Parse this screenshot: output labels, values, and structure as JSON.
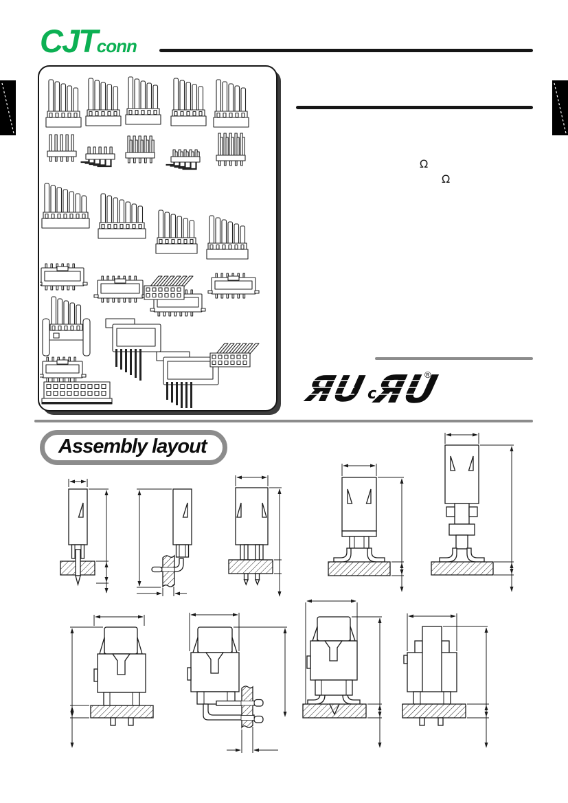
{
  "brand": {
    "logo_main": "CJT",
    "logo_sub": "conn"
  },
  "right_panel": {
    "omega_top": "Ω",
    "omega_bottom": "Ω"
  },
  "certifications": {
    "ul_glyph": "ЯU",
    "cul_prefix": "c",
    "cul_glyph": "ЯU",
    "registered_mark": "®"
  },
  "assembly": {
    "title": "Assembly layout"
  },
  "colors": {
    "brand_green": "#0cb053",
    "rule_gray": "#8c8c8c",
    "ink": "#1b1b1b"
  }
}
